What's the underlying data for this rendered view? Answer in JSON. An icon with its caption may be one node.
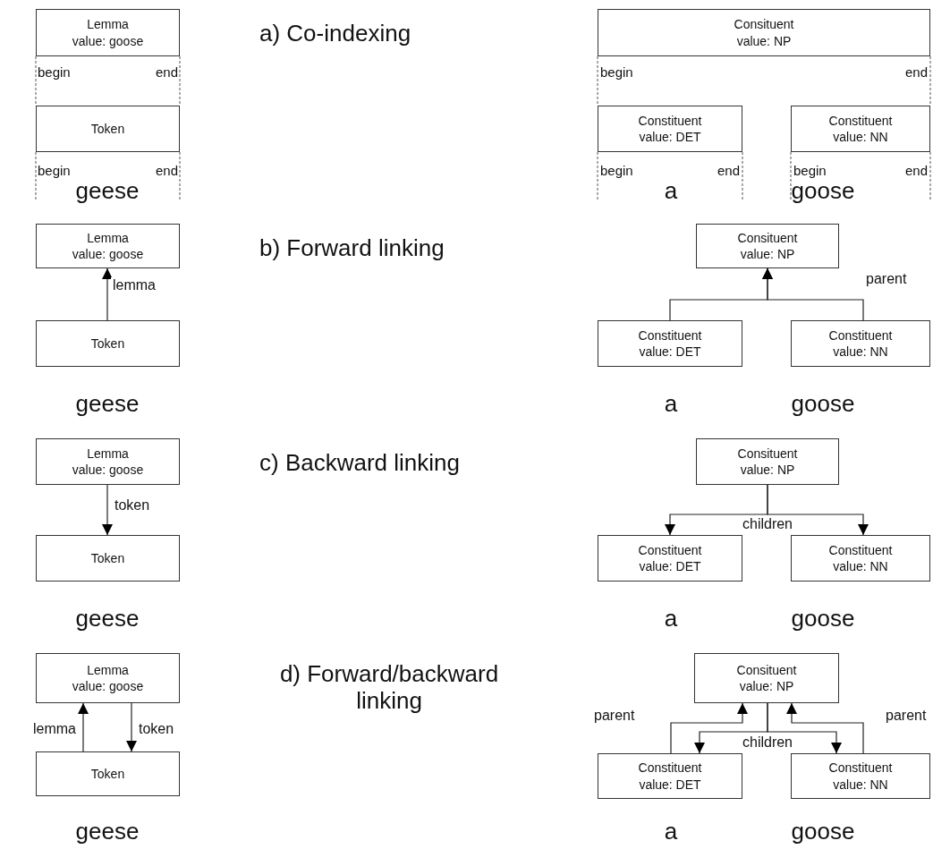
{
  "diagram": {
    "nodes": [
      {
        "text": [
          "Lemma",
          "value: goose"
        ]
      },
      {
        "text": [
          "Token"
        ]
      },
      {
        "text": [
          "Consituent",
          "value: NP"
        ]
      },
      {
        "text": [
          "Constituent",
          "value: DET"
        ]
      },
      {
        "text": [
          "Constituent",
          "value: NN"
        ]
      },
      {
        "text": [
          "Lemma",
          "value: goose"
        ]
      },
      {
        "text": [
          "Token"
        ]
      },
      {
        "text": [
          "Consituent",
          "value: NP"
        ]
      },
      {
        "text": [
          "Constituent",
          "value: DET"
        ]
      },
      {
        "text": [
          "Constituent",
          "value: NN"
        ]
      },
      {
        "text": [
          "Lemma",
          "value: goose"
        ]
      },
      {
        "text": [
          "Token"
        ]
      },
      {
        "text": [
          "Consituent",
          "value: NP"
        ]
      },
      {
        "text": [
          "Constituent",
          "value: DET"
        ]
      },
      {
        "text": [
          "Constituent",
          "value: NN"
        ]
      },
      {
        "text": [
          "Lemma",
          "value: goose"
        ]
      },
      {
        "text": [
          "Token"
        ]
      },
      {
        "text": [
          "Consituent",
          "value: NP"
        ]
      },
      {
        "text": [
          "Constituent",
          "value: DET"
        ]
      },
      {
        "text": [
          "Constituent",
          "value: NN"
        ]
      }
    ],
    "edges": [
      {
        "from": 6,
        "to": 5,
        "arrow": "to",
        "label": "lemma"
      },
      {
        "from": 8,
        "to": 7,
        "arrow": "to"
      },
      {
        "from": 9,
        "to": 7,
        "arrow": "to",
        "label": "parent"
      },
      {
        "from": 10,
        "to": 11,
        "arrow": "to",
        "label": "token"
      },
      {
        "from": 12,
        "to": 13,
        "arrow": "to",
        "label": "children"
      },
      {
        "from": 12,
        "to": 14,
        "arrow": "to"
      },
      {
        "from": 16,
        "to": 15,
        "arrow": "to",
        "label": "lemma"
      },
      {
        "from": 15,
        "to": 16,
        "arrow": "to",
        "label": "token"
      },
      {
        "from": 18,
        "to": 17,
        "arrow": "to",
        "label": "parent"
      },
      {
        "from": 19,
        "to": 17,
        "arrow": "to",
        "label": "parent"
      },
      {
        "from": 17,
        "to": 18,
        "arrow": "to",
        "label": "children"
      },
      {
        "from": 17,
        "to": 19,
        "arrow": "to"
      }
    ],
    "labels": [
      "a) Co-indexing",
      "begin",
      "end",
      "begin",
      "end",
      "begin",
      "end",
      "begin",
      "end",
      "begin",
      "end",
      "geese",
      "a",
      "goose",
      "b) Forward linking",
      "geese",
      "a",
      "goose",
      "c) Backward linking",
      "geese",
      "a",
      "goose",
      "d) Forward/backward linking",
      "geese",
      "a",
      "goose"
    ]
  }
}
